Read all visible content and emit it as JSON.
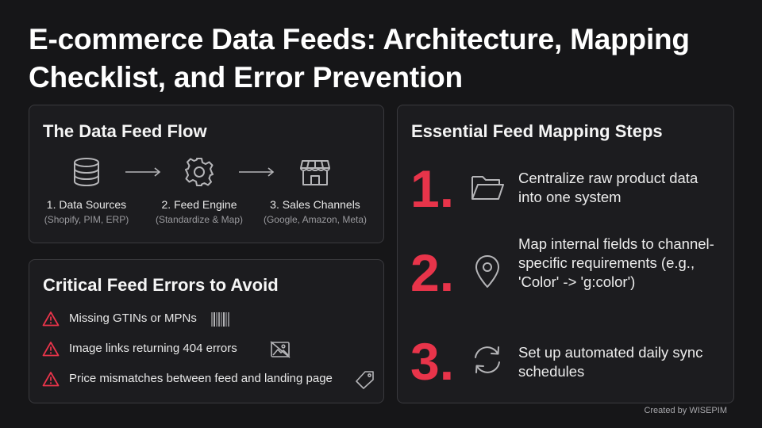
{
  "title": "E-commerce Data Feeds: Architecture, Mapping Checklist, and Error Prevention",
  "flow": {
    "heading": "The Data Feed Flow",
    "stages": [
      {
        "label": "1. Data Sources",
        "sub": "(Shopify, PIM, ERP)",
        "icon": "database-icon"
      },
      {
        "label": "2. Feed Engine",
        "sub": "(Standardize & Map)",
        "icon": "gear-icon"
      },
      {
        "label": "3. Sales Channels",
        "sub": "(Google, Amazon, Meta)",
        "icon": "storefront-icon"
      }
    ]
  },
  "errors": {
    "heading": "Critical Feed Errors to Avoid",
    "items": [
      {
        "text": "Missing GTINs or MPNs",
        "icon": "barcode-icon"
      },
      {
        "text": "Image links returning 404 errors",
        "icon": "broken-image-icon"
      },
      {
        "text": "Price mismatches between feed and landing page",
        "icon": "price-tag-icon"
      }
    ]
  },
  "mapping": {
    "heading": "Essential Feed Mapping Steps",
    "steps": [
      {
        "num": "1.",
        "text": "Centralize raw product data into one system",
        "icon": "folder-icon"
      },
      {
        "num": "2.",
        "text": "Map internal fields to channel-specific requirements (e.g., 'Color' -> 'g:color')",
        "icon": "map-pin-icon"
      },
      {
        "num": "3.",
        "text": "Set up automated daily sync schedules",
        "icon": "sync-icon"
      }
    ]
  },
  "credit": "Created by WISEPIM",
  "colors": {
    "background": "#161618",
    "card": "#1c1c1f",
    "border": "#3a3a3e",
    "accent_red": "#e8344a",
    "icon_gray": "#b5b5b8"
  }
}
